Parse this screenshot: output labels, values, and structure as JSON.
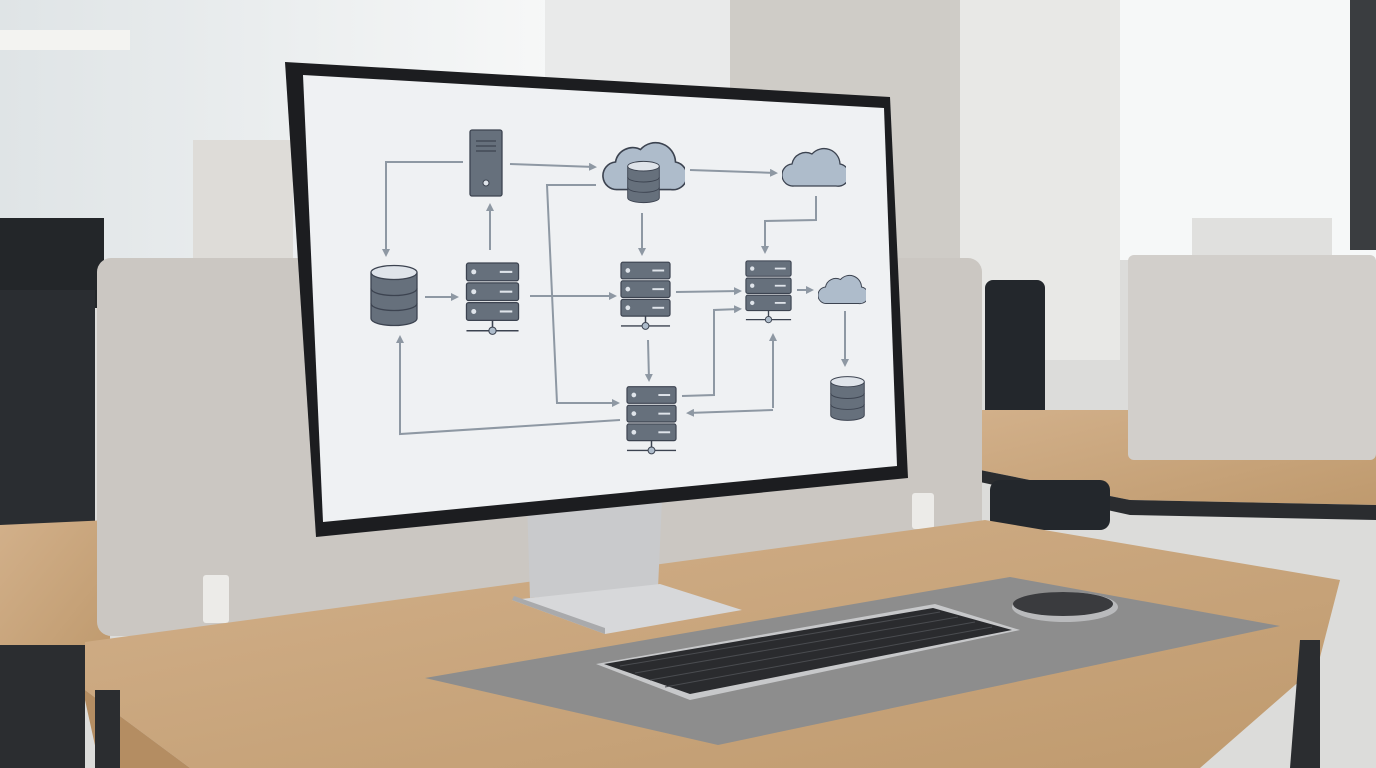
{
  "scene": {
    "description_tags": [
      "office",
      "desk",
      "monitor",
      "keyboard",
      "mouse",
      "desk-mat",
      "partition"
    ],
    "colors": {
      "wall": "#e4e4e2",
      "window_light": "#f4f6f7",
      "partition": "#cbc7c2",
      "desk_wood": "#c9a47a",
      "desk_edge": "#b48d62",
      "desk_mat": "#8d8d8d",
      "monitor_bezel": "#1c1d20",
      "screen_bg": "#eff1f3",
      "diagram_icon_fill": "#66707c",
      "diagram_cloud_fill": "#aebccb",
      "diagram_line": "#8e98a3",
      "keyboard": "#2a2b2e",
      "mouse": "#3a3b3e"
    }
  },
  "screen_diagram": {
    "nodes": [
      {
        "id": "tower",
        "icon": "tower-server-icon"
      },
      {
        "id": "cloud-db",
        "icon": "cloud-database-icon"
      },
      {
        "id": "cloud-top-right",
        "icon": "cloud-icon"
      },
      {
        "id": "db-left",
        "icon": "database-icon"
      },
      {
        "id": "stack-1",
        "icon": "server-stack-icon"
      },
      {
        "id": "stack-2",
        "icon": "server-stack-icon"
      },
      {
        "id": "stack-3",
        "icon": "server-stack-icon"
      },
      {
        "id": "cloud-small",
        "icon": "cloud-icon"
      },
      {
        "id": "db-right",
        "icon": "database-icon"
      },
      {
        "id": "stack-4",
        "icon": "server-stack-icon"
      }
    ]
  }
}
